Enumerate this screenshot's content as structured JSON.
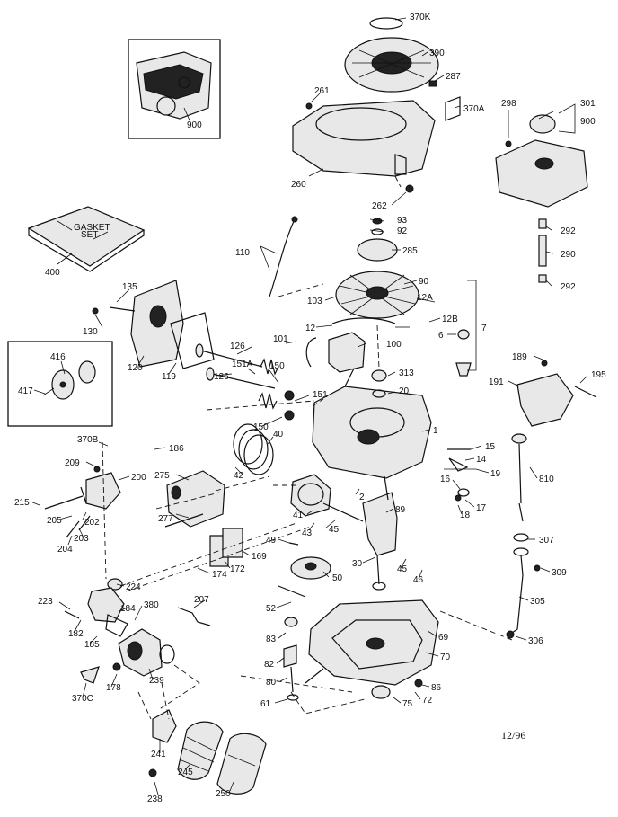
{
  "labels": {
    "l370K": "370K",
    "l390": "390",
    "l287": "287",
    "l261": "261",
    "l370A": "370A",
    "l260": "260",
    "l262": "262",
    "l298": "298",
    "l301": "301",
    "l900b": "900",
    "l900a": "900",
    "l93": "93",
    "l92": "92",
    "l285": "285",
    "l110": "110",
    "l292a": "292",
    "l290": "290",
    "l292b": "292",
    "l400": "400",
    "l90": "90",
    "l135": "135",
    "l103": "103",
    "l12A": "12A",
    "l12B": "12B",
    "l12": "12",
    "l7": "7",
    "l130": "130",
    "l6": "6",
    "l101": "101",
    "l100": "100",
    "l416": "416",
    "l126a": "126",
    "l151A": "151A",
    "l150a": "150",
    "l120": "120",
    "l119": "119",
    "l313": "313",
    "l189": "189",
    "l417": "417",
    "l20": "20",
    "l195": "195",
    "l191": "191",
    "l126b": "126",
    "l151": "151",
    "l150b": "150",
    "l1": "1",
    "l370B": "370B",
    "l186": "186",
    "l40": "40",
    "l15": "15",
    "l14": "14",
    "l209": "209",
    "l200": "200",
    "l275": "275",
    "l42": "42",
    "l19": "19",
    "l810": "810",
    "l16": "16",
    "l215": "215",
    "l2": "2",
    "l17": "17",
    "l205": "205",
    "l202": "202",
    "l89": "89",
    "l18": "18",
    "l41": "41",
    "l203": "203",
    "l277": "277",
    "l43": "43",
    "l204": "204",
    "l45a": "45",
    "l307": "307",
    "l49": "49",
    "l172": "172",
    "l169": "169",
    "l174": "174",
    "l30": "30",
    "l45b": "45",
    "l46": "46",
    "l309": "309",
    "l224": "224",
    "l50": "50",
    "l223": "223",
    "l207": "207",
    "l305": "305",
    "l184": "184",
    "l380": "380",
    "l52": "52",
    "l182": "182",
    "l185": "185",
    "l83": "83",
    "l69": "69",
    "l306": "306",
    "l70": "70",
    "l82": "82",
    "l178": "178",
    "l239": "239",
    "l80": "80",
    "l86": "86",
    "l370C": "370C",
    "l61": "61",
    "l72": "72",
    "l75": "75",
    "l241": "241",
    "l245": "245",
    "l238": "238",
    "l250": "250"
  },
  "gasket_set_text": [
    "GASKET",
    "SET"
  ],
  "date_code": "12/96"
}
